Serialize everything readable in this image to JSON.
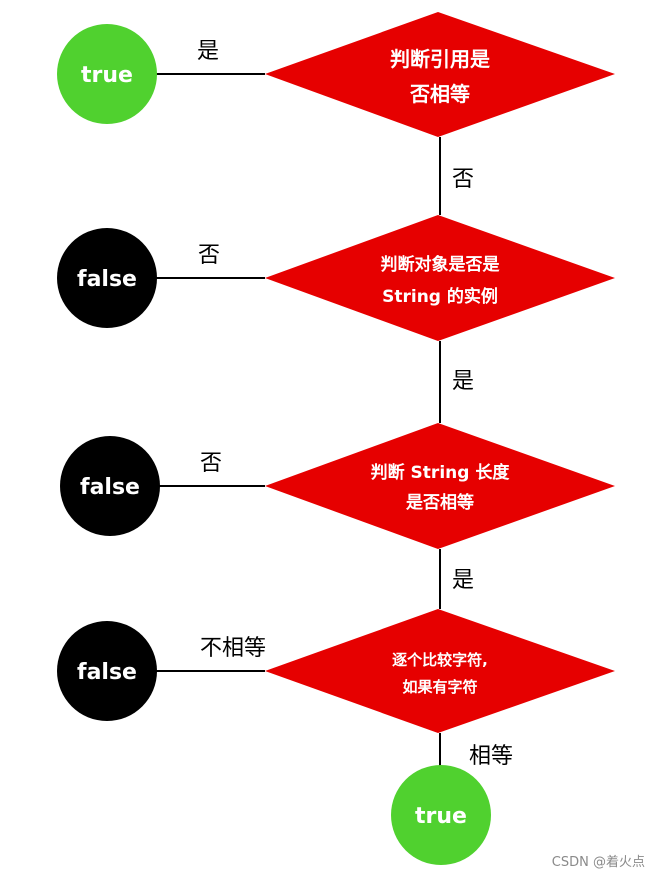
{
  "colors": {
    "decision": "#e60000",
    "true_node": "#50d12f",
    "false_node": "#000000",
    "line": "#000000"
  },
  "decisions": [
    {
      "line1": "判断引用是",
      "line2": "否相等"
    },
    {
      "line1": "判断对象是否是",
      "line2": "String 的实例"
    },
    {
      "line1": "判断 String 长度",
      "line2": "是否相等"
    },
    {
      "line1": "逐个比较字符,",
      "line2": "如果有字符"
    }
  ],
  "side_nodes": [
    {
      "label": "true",
      "kind": "true"
    },
    {
      "label": "false",
      "kind": "false"
    },
    {
      "label": "false",
      "kind": "false"
    },
    {
      "label": "false",
      "kind": "false"
    }
  ],
  "side_edge_labels": [
    "是",
    "否",
    "否",
    "不相等"
  ],
  "down_edge_labels": [
    "否",
    "是",
    "是",
    "相等"
  ],
  "final_node": {
    "label": "true",
    "kind": "true"
  },
  "watermark": "CSDN @着火点"
}
